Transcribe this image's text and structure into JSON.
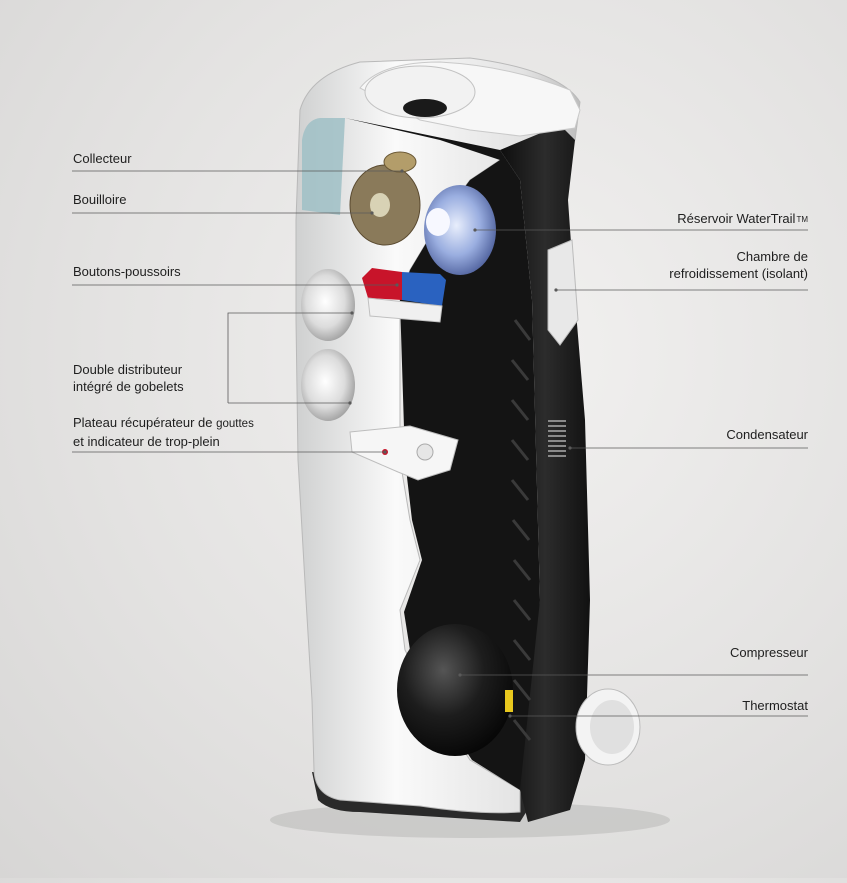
{
  "labels": {
    "collecteur": "Collecteur",
    "bouilloire": "Bouilloire",
    "boutons": "Boutons-poussoirs",
    "double_l1": "Double distributeur",
    "double_l2": "intégré de gobelets",
    "plateau_l1a": "Plateau récupérateur de ",
    "plateau_l1b": "gouttes",
    "plateau_l2": "et indicateur de trop-plein",
    "reservoir": "Réservoir WaterTrail",
    "reservoir_tm": "TM",
    "chambre_l1": "Chambre de",
    "chambre_l2": "refroidissement (isolant)",
    "condensateur": "Condensateur",
    "compresseur": "Compresseur",
    "thermostat": "Thermostat"
  },
  "colors": {
    "body_white": "#f4f4f3",
    "frame_dark": "#1f1f1f",
    "hot_button": "#c8142a",
    "cold_button": "#2a62c0",
    "panel_glass": "#9fbfc6"
  }
}
